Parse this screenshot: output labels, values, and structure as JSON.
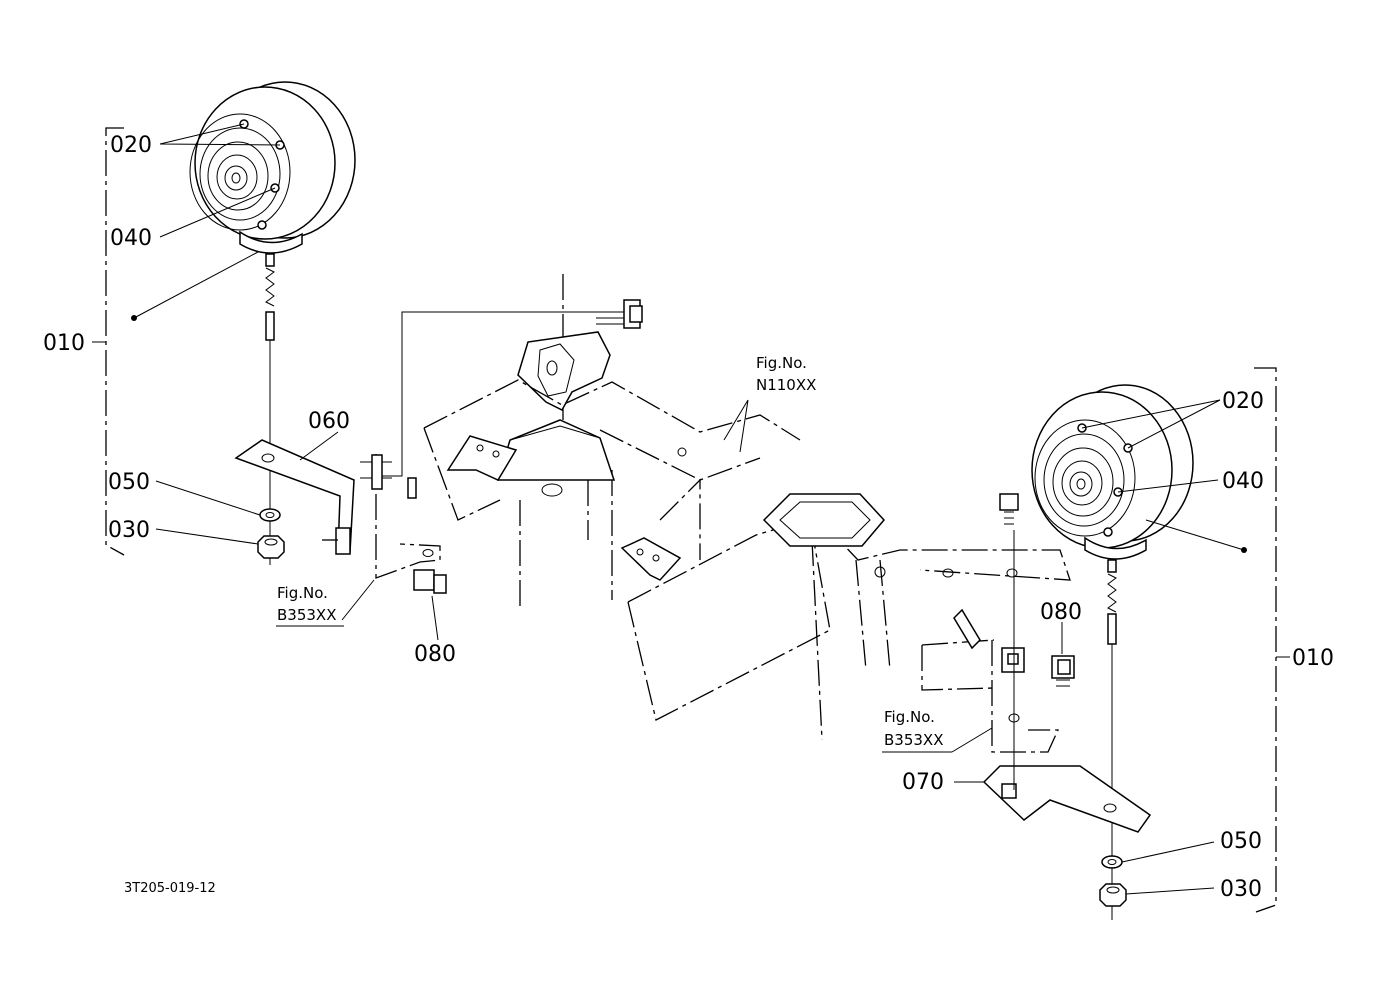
{
  "labels": {
    "left_020": "020",
    "left_040": "040",
    "left_010": "010",
    "left_060": "060",
    "left_050": "050",
    "left_030": "030",
    "left_080": "080",
    "right_020": "020",
    "right_040": "040",
    "right_010": "010",
    "right_080": "080",
    "right_070": "070",
    "right_050": "050",
    "right_030": "030"
  },
  "refs": {
    "fig_prefix": "Fig.No.",
    "left_fig": "B353XX",
    "center_fig": "N110XX",
    "right_fig": "B353XX"
  },
  "drawing_code": "3T205-019-12"
}
